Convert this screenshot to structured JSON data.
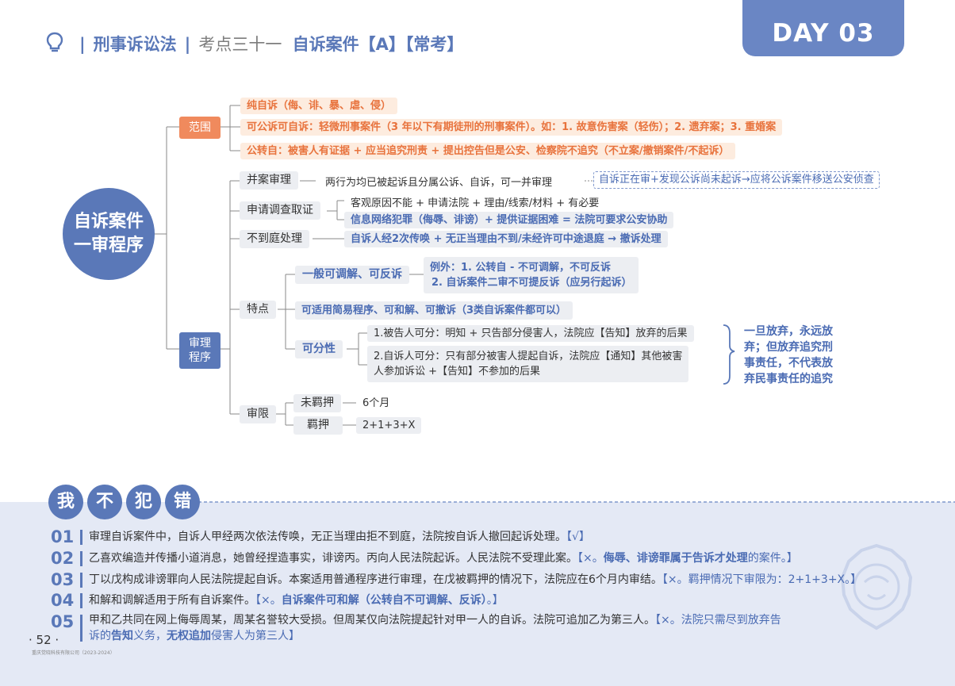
{
  "header": {
    "subject": "刑事诉讼法",
    "point": "考点三十一",
    "topic": "自诉案件【A】【常考】",
    "day_badge": "DAY 03"
  },
  "mindmap": {
    "root_line1": "自诉案件",
    "root_line2": "一审程序",
    "scope": {
      "label": "范围",
      "items": [
        "纯自诉（侮、诽、暴、虐、侵）",
        "可公诉可自诉：轻微刑事案件（3 年以下有期徒刑的刑事案件）。如：1. 故意伤害案（轻伤）；2. 遗弃案；3. 重婚案",
        "公转自：被害人有证据 + 应当追究刑责 + 提出控告但是公安、检察院不追究（不立案/撤销案件/不起诉）"
      ]
    },
    "procedure": {
      "label_line1": "审理",
      "label_line2": "程序",
      "merge": {
        "label": "并案审理",
        "text": "两行为均已被起诉且分属公诉、自诉，可一并审理",
        "note": "自诉正在审+发现公诉尚未起诉→应将公诉案件移送公安侦查"
      },
      "investigate": {
        "label": "申请调查取证",
        "line1": "客观原因不能 + 申请法院 + 理由/线索/材料 + 有必要",
        "line2": "信息网络犯罪（侮辱、诽谤）+ 提供证据困难 = 法院可要求公安协助"
      },
      "absent": {
        "label": "不到庭处理",
        "text": "自诉人经2次传唤 + 无正当理由不到/未经许可中途退庭 → 撤诉处理"
      },
      "features": {
        "label": "特点",
        "mediate": {
          "label": "一般可调解、可反诉",
          "exception1": "例外：1. 公转自 - 不可调解，不可反诉",
          "exception2": "2. 自诉案件二审不可提反诉（应另行起诉）"
        },
        "simple": "可适用简易程序、可和解、可撤诉（3类自诉案件都可以）",
        "divisible": {
          "label": "可分性",
          "item1": "1.被告人可分：明知 + 只告部分侵害人，法院应【告知】放弃的后果",
          "item2_line1": "2.自诉人可分：只有部分被害人提起自诉，法院应【通知】其他被害",
          "item2_line2": "人参加诉讼 +【告知】不参加的后果",
          "note_line1": "一旦放弃，永远放",
          "note_line2": "弃；但放弃追究刑",
          "note_line3": "事责任，不代表放",
          "note_line4": "弃民事责任的追究"
        }
      },
      "time_limit": {
        "label": "审限",
        "not_detained": "未羁押",
        "not_detained_value": "6个月",
        "detained": "羁押",
        "detained_value": "2+1+3+X"
      }
    }
  },
  "mistakes": {
    "bubbles": [
      "我",
      "不",
      "犯",
      "错"
    ],
    "items": [
      {
        "num": "01",
        "text": "审理自诉案件中，自诉人甲经两次依法传唤，无正当理由拒不到庭，法院按自诉人撤回起诉处理。",
        "answer": "【√】"
      },
      {
        "num": "02",
        "text": "乙喜欢编造并传播小道消息，她曾经捏造事实，诽谤丙。丙向人民法院起诉。人民法院不受理此案。",
        "answer_pre": "【×。",
        "answer_bold": "侮辱、诽谤罪属于告诉才处理",
        "answer_post": "的案件。】"
      },
      {
        "num": "03",
        "text": "丁以戊构成诽谤罪向人民法院提起自诉。本案适用普通程序进行审理，在戊被羁押的情况下，法院应在6个月内审结。",
        "answer": "【×。羁押情况下审限为：2+1+3+X。】"
      },
      {
        "num": "04",
        "text": "和解和调解适用于所有自诉案件。",
        "answer_pre": "【×。",
        "answer_bold": "自诉案件可和解（公转自不可调解、反诉）",
        "answer_post": "。】"
      },
      {
        "num": "05",
        "text": "甲和乙共同在网上侮辱周某，周某名誉较大受损。但周某仅向法院提起针对甲一人的自诉。法院可追加乙为第三人。",
        "answer_tail": "【×。法院只需尽到放弃告",
        "line2_a": "诉的",
        "line2_b": "告知",
        "line2_c": "义务，",
        "line2_d": "无权追加",
        "line2_e": "侵害人为第三人】"
      }
    ]
  },
  "footer": {
    "page": "· 52 ·",
    "copyright": "重庆觉晓科技有限公司（2023-2024）"
  }
}
